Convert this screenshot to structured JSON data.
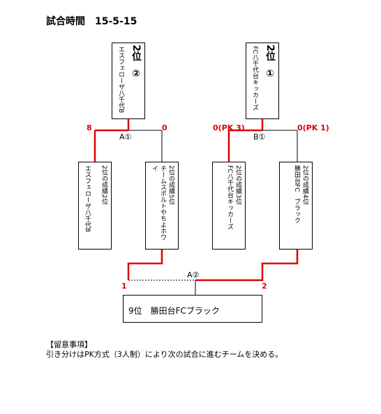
{
  "title": "試合時間　15-5-15",
  "top_left": {
    "rank": "2位",
    "num": "②",
    "name": "エスフェローザ八千代B"
  },
  "top_right": {
    "rank": "2位",
    "num": "①",
    "name": "FC八千代台キッカーズ"
  },
  "match_a1": {
    "label": "A①",
    "score_left": "8",
    "score_right": "0"
  },
  "match_b1": {
    "label": "B①",
    "score_left": "0(PK 3)",
    "score_right": "0(PK 1)"
  },
  "match_a2": {
    "label": "A②",
    "score_left": "1",
    "score_right": "2"
  },
  "slots": [
    {
      "name": "エスフェローザ八千代B",
      "desc": "2位の成績2位"
    },
    {
      "name": "チームスポルトやちよホワイ",
      "desc": "2位の成績5位"
    },
    {
      "name": "FC八千代台キッカーズ",
      "desc": "2位の成績3位"
    },
    {
      "name": "勝田台FC　ブラック",
      "desc": "2位の成績4位"
    }
  ],
  "result": "9位　勝田台FCブラック",
  "notes": {
    "heading": "【留意事項】",
    "body": "引き分けはPK方式（3人制）により次の試合に進むチームを決める。"
  },
  "colors": {
    "winner_line": "#e00000",
    "line": "#000000"
  }
}
